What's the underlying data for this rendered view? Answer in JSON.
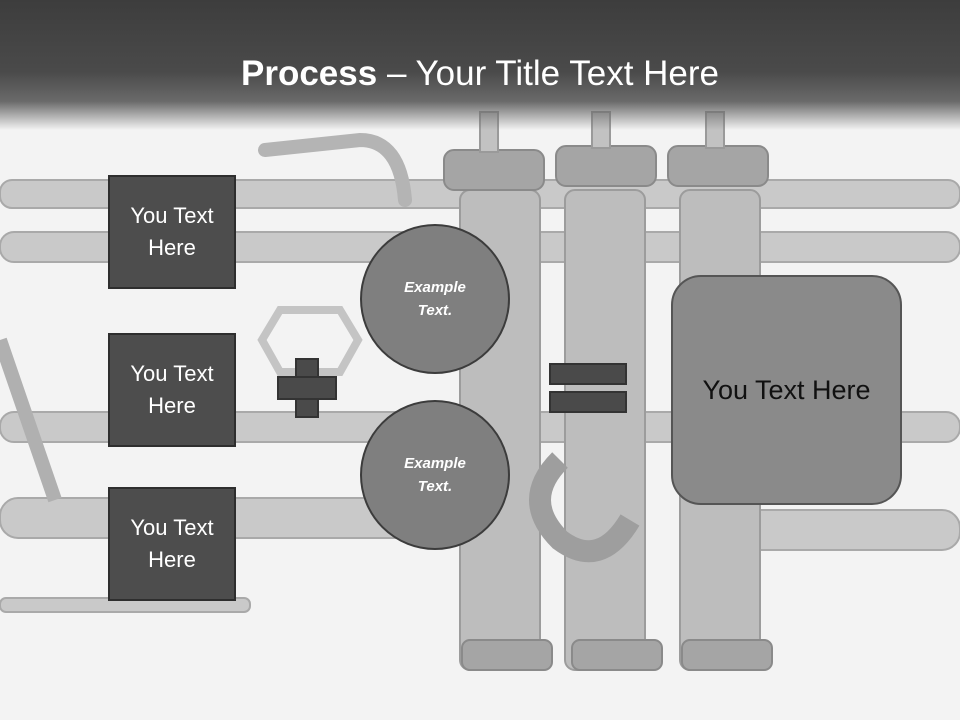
{
  "title": {
    "bold": "Process",
    "rest": " – Your Title Text Here"
  },
  "boxes": [
    {
      "text": "You Text Here"
    },
    {
      "text": "You Text Here"
    },
    {
      "text": "You Text Here"
    }
  ],
  "circles": [
    {
      "text": "Example Text."
    },
    {
      "text": "Example Text."
    }
  ],
  "result": {
    "text": "You Text Here"
  },
  "colors": {
    "header": "#3d3d3d",
    "box": "#4d4d4d",
    "circle": "#7f7f7f",
    "result": "#8a8a8a",
    "operator": "#4a4a4a"
  },
  "icons": {
    "operator_left": "plus-icon",
    "operator_right": "equals-icon"
  }
}
